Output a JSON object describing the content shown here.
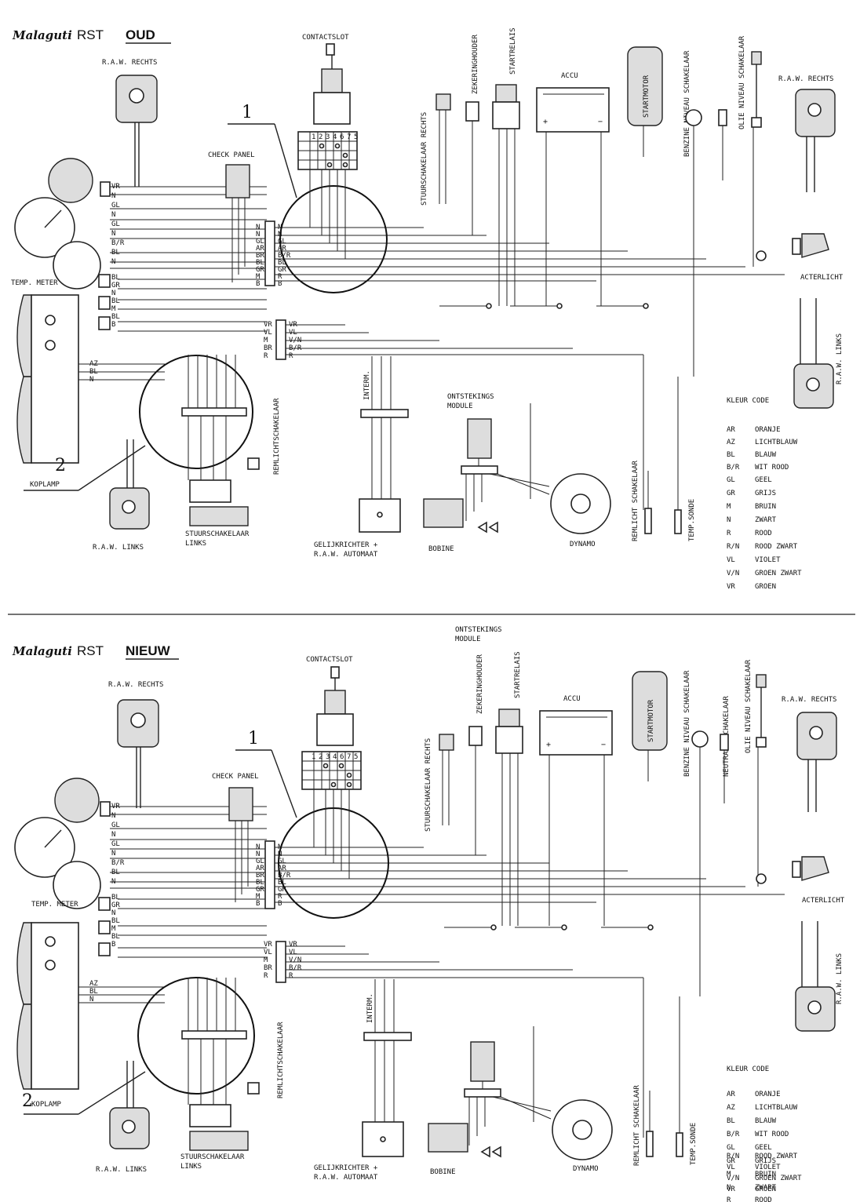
{
  "diagrams": [
    {
      "brand": "Malaguti",
      "model": "RST",
      "variant": "OUD",
      "labels": {
        "contactslot": "CONTACTSLOT",
        "raw_rechts_left": "R.A.W. RECHTS",
        "raw_rechts_right": "R.A.W. RECHTS",
        "check_panel": "CHECK PANEL",
        "temp_meter": "TEMP. METER",
        "koplamp": "KOPLAMP",
        "raw_links_bottom": "R.A.W. LINKS",
        "raw_links_right": "R.A.W. LINKS",
        "stuurschakelaar_links": "STUURSCHAKELAAR\nLINKS",
        "stuurschakelaar_rechts": "STUURSCHAKELAAR RECHTS",
        "zekeringhouder": "ZEKERINGHOUDER",
        "startrelais": "STARTRELAIS",
        "accu": "ACCU",
        "startmotor": "STARTMOTOR",
        "benzine": "BENZINE NIVEAU SCHAKELAAR",
        "neutraal": "",
        "olie": "OLIE NIVEAU SCHAKELAAR",
        "acterlicht": "ACTERLICHT",
        "remlichtschakelaar_v": "REMLICHTSCHAKELAAR",
        "remlicht_schakelaar": "REMLICHT SCHAKELAAR",
        "temp_sonde": "TEMP.SONDE",
        "ontstekings": "ONTSTEKINGS\nMODULE",
        "bobine": "BOBINE",
        "dynamo": "DYNAMO",
        "gelijkrichter": "GELIJKRICHTER +\nR.A.W. AUTOMAAT",
        "interm": "INTERM.",
        "callout1": "1",
        "callout2": "2"
      }
    },
    {
      "brand": "Malaguti",
      "model": "RST",
      "variant": "NIEUW",
      "labels": {
        "contactslot": "CONTACTSLOT",
        "raw_rechts_left": "R.A.W. RECHTS",
        "raw_rechts_right": "R.A.W. RECHTS",
        "check_panel": "CHECK PANEL",
        "temp_meter": "TEMP. METER",
        "koplamp": "KOPLAMP",
        "raw_links_bottom": "R.A.W. LINKS",
        "raw_links_right": "R.A.W. LINKS",
        "stuurschakelaar_links": "STUURSCHAKELAAR\nLINKS",
        "stuurschakelaar_rechts": "STUURSCHAKELAAR RECHTS",
        "zekeringhouder": "ZEKERINGHOUDER",
        "startrelais": "STARTRELAIS",
        "accu": "ACCU",
        "startmotor": "STARTMOTOR",
        "benzine": "BENZINE NIVEAU SCHAKELAAR",
        "neutraal": "NEUTRAAL SCHAKELAAR",
        "olie": "OLIE NIVEAU SCHAKELAAR",
        "acterlicht": "ACTERLICHT",
        "remlichtschakelaar_v": "REMLICHTSCHAKELAAR",
        "remlicht_schakelaar": "REMLICHT SCHAKELAAR",
        "temp_sonde": "TEMP.SONDE",
        "ontstekings": "ONTSTEKINGS\nMODULE",
        "bobine": "BOBINE",
        "dynamo": "DYNAMO",
        "gelijkrichter": "GELIJKRICHTER +\nR.A.W. AUTOMAAT",
        "interm": "INTERM.",
        "callout1": "1",
        "callout2": "2"
      }
    }
  ],
  "kleur_code": {
    "title": "KLEUR CODE",
    "entries": [
      {
        "code": "AR",
        "name": "ORANJE"
      },
      {
        "code": "AZ",
        "name": "LICHTBLAUW"
      },
      {
        "code": "BL",
        "name": "BLAUW"
      },
      {
        "code": "B/R",
        "name": "WIT ROOD"
      },
      {
        "code": "GL",
        "name": "GEEL"
      },
      {
        "code": "GR",
        "name": "GRIJS"
      },
      {
        "code": "M",
        "name": "BRUIN"
      },
      {
        "code": "N",
        "name": "ZWART"
      },
      {
        "code": "R",
        "name": "ROOD"
      },
      {
        "code": "R/N",
        "name": "ROOD ZWART"
      },
      {
        "code": "VL",
        "name": "VIOLET"
      },
      {
        "code": "V/N",
        "name": "GROEN ZWART"
      },
      {
        "code": "VR",
        "name": "GROEN"
      }
    ]
  },
  "connector_wires": {
    "connector1_left": [
      "N",
      "N",
      "GL",
      "AR",
      "BR",
      "BL",
      "GR",
      "M",
      "B"
    ],
    "connector1_right": [
      "N",
      "N",
      "GL",
      "AR",
      "B/R",
      "BL",
      "GR",
      "R",
      "B"
    ],
    "connector2_left": [
      "VR",
      "VL",
      "M",
      "BR",
      "R"
    ],
    "connector2_right": [
      "VR",
      "VL",
      "V/N",
      "B/R",
      "R"
    ],
    "dash_left": [
      "VR",
      "N",
      "GL",
      "N",
      "GL",
      "N",
      "B/R",
      "BL",
      "N"
    ],
    "dash_lamps": [
      "BL",
      "GR",
      "N",
      "BL",
      "M",
      "BL",
      "B"
    ],
    "koplamp_conn": [
      "AZ",
      "BL",
      "N"
    ],
    "ignition_grid": [
      "1",
      "2",
      "3",
      "4",
      "6",
      "7",
      "5"
    ]
  },
  "colors": {
    "ink": "#222222",
    "paper": "#ffffff"
  }
}
